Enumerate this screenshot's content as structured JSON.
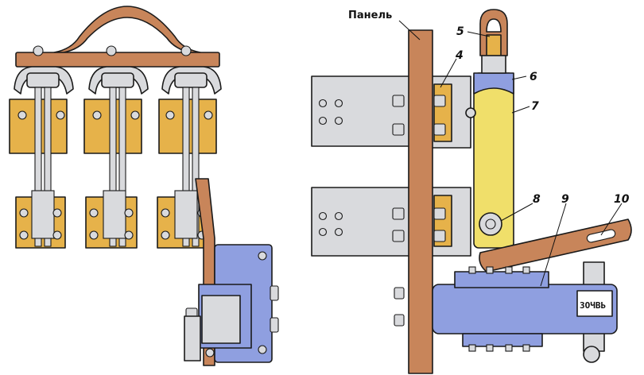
{
  "diagram": {
    "panel_label": "Панель",
    "callouts": [
      "5",
      "4",
      "6",
      "7",
      "8",
      "9",
      "10"
    ],
    "handle_marking": "ЗОЧВЬ",
    "colors": {
      "wood": "#c8855a",
      "brass": "#e6b24a",
      "metal": "#d9dadd",
      "blue": "#8f9fe0",
      "yellow": "#f0df6a"
    }
  }
}
